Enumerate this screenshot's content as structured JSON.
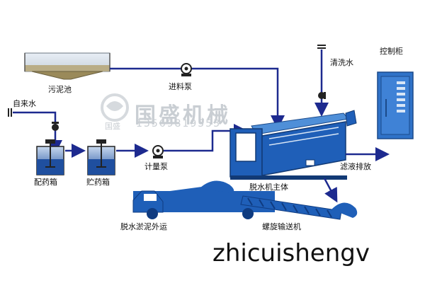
{
  "labels": {
    "sludge_tank": "污泥池",
    "feed_pump": "进料泵",
    "tap_water": "自来水",
    "rinse_water": "清洗水",
    "control_cabinet": "控制柜",
    "dosing_tank": "配药箱",
    "storage_tank": "贮药箱",
    "metering_pump": "计量泵",
    "dewatering_main": "脱水机主体",
    "filtrate_discharge": "滤液排放",
    "sludge_transport": "脱水淤泥外运",
    "screw_conveyor": "螺旋输送机"
  },
  "watermark": {
    "brand": "国盛机械",
    "phone": "13569819553",
    "small": "国盛"
  },
  "footer_text": "zhicuishengv",
  "colors": {
    "pipe": "#1d2a8f",
    "equipment": "#1f5fb8",
    "equipment_light": "#4f8fd8",
    "cabinet": "#2f72c8",
    "sludge": "#9a8a5a"
  }
}
